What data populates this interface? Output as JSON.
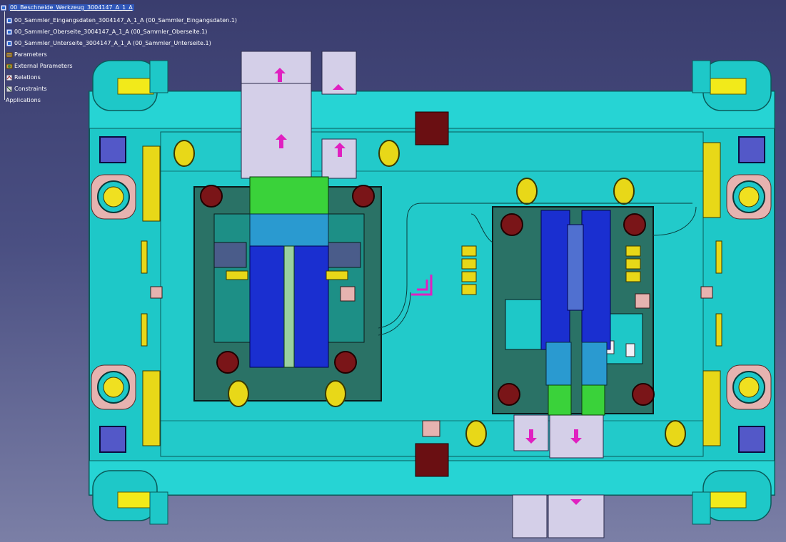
{
  "spec_tree": {
    "root": "00_Beschneide_Werkzeug_3004147_A_1_A",
    "children": [
      {
        "label": "00_Sammler_Eingangsdaten_3004147_A_1_A (00_Sammler_Eingangsdaten.1)",
        "icon": "product-icon"
      },
      {
        "label": "00_Sammler_Oberseite_3004147_A_1_A (00_Sammler_Oberseite.1)",
        "icon": "product-icon"
      },
      {
        "label": "00_Sammler_Unterseite_3004147_A_1_A (00_Sammler_Unterseite.1)",
        "icon": "product-icon"
      },
      {
        "label": "Parameters",
        "icon": "parameters-icon"
      },
      {
        "label": "External Parameters",
        "icon": "external-parameters-icon"
      },
      {
        "label": "Relations",
        "icon": "relations-icon"
      },
      {
        "label": "Constraints",
        "icon": "constraints-icon"
      },
      {
        "label": "Applications",
        "icon": "applications-icon"
      }
    ]
  },
  "colors": {
    "background_top": "#3a3d6e",
    "background_bottom": "#7b7fa6",
    "die_plate": "#1ec8c8",
    "die_edge": "#0a5a5a",
    "die_dark": "#1d8f86",
    "insert_dark_teal": "#2a7266",
    "part_blue": "#1a2fd0",
    "part_green": "#3ad23a",
    "guide_yellow": "#f0e020",
    "lock_brown": "#6a0f12",
    "pink_block": "#e6b3b0",
    "slide_lavender": "#d4cfe8",
    "arrow_magenta": "#e020c0"
  }
}
